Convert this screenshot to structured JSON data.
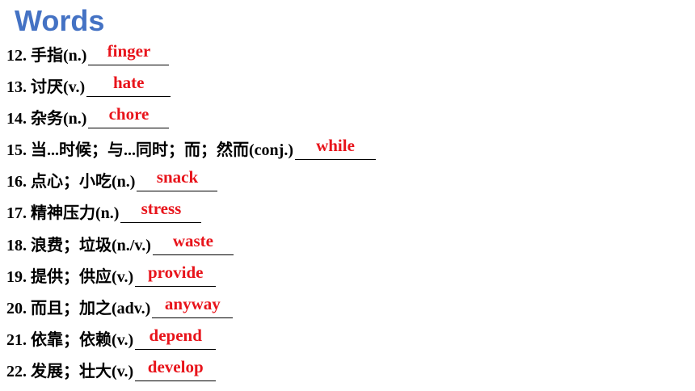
{
  "title": "Words",
  "items": [
    {
      "prompt": "12. 手指(n.)",
      "answer": "finger"
    },
    {
      "prompt": "13. 讨厌(v.)",
      "answer": "hate"
    },
    {
      "prompt": "14. 杂务(n.)",
      "answer": "chore"
    },
    {
      "prompt": "15. 当...时候；与...同时；而；然而(conj.)",
      "answer": "while"
    },
    {
      "prompt": "16. 点心；小吃(n.)",
      "answer": "snack"
    },
    {
      "prompt": "17. 精神压力(n.)",
      "answer": "stress"
    },
    {
      "prompt": "18. 浪费；垃圾(n./v.)",
      "answer": "waste"
    },
    {
      "prompt": "19. 提供；供应(v.)",
      "answer": "provide"
    },
    {
      "prompt": "20. 而且；加之(adv.)",
      "answer": "anyway"
    },
    {
      "prompt": "21. 依靠；依赖(v.)",
      "answer": "depend"
    },
    {
      "prompt": "22. 发展；壮大(v.)",
      "answer": "develop"
    }
  ]
}
